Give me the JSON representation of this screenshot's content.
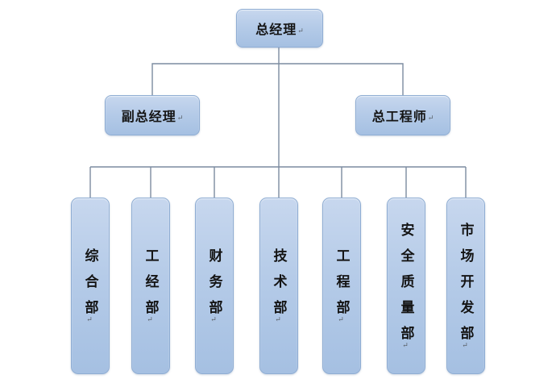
{
  "diagram": {
    "type": "org-chart",
    "paragraph_mark": "↵",
    "root": {
      "label": "总经理"
    },
    "level2": [
      {
        "label": "副总经理"
      },
      {
        "label": "总工程师"
      }
    ],
    "departments": [
      {
        "label": "综合部"
      },
      {
        "label": "工经部"
      },
      {
        "label": "财务部"
      },
      {
        "label": "技术部"
      },
      {
        "label": "工程部"
      },
      {
        "label": "安全质量部"
      },
      {
        "label": "市场开发部"
      }
    ],
    "colors": {
      "box_fill_top": "#c7d7ee",
      "box_fill_mid": "#b5cbe8",
      "box_fill_bottom": "#a5c0e2",
      "box_border": "#8fadd3",
      "line_color": "#7c8ba0",
      "text_color": "#141414",
      "bg_color": "#ffffff"
    }
  }
}
